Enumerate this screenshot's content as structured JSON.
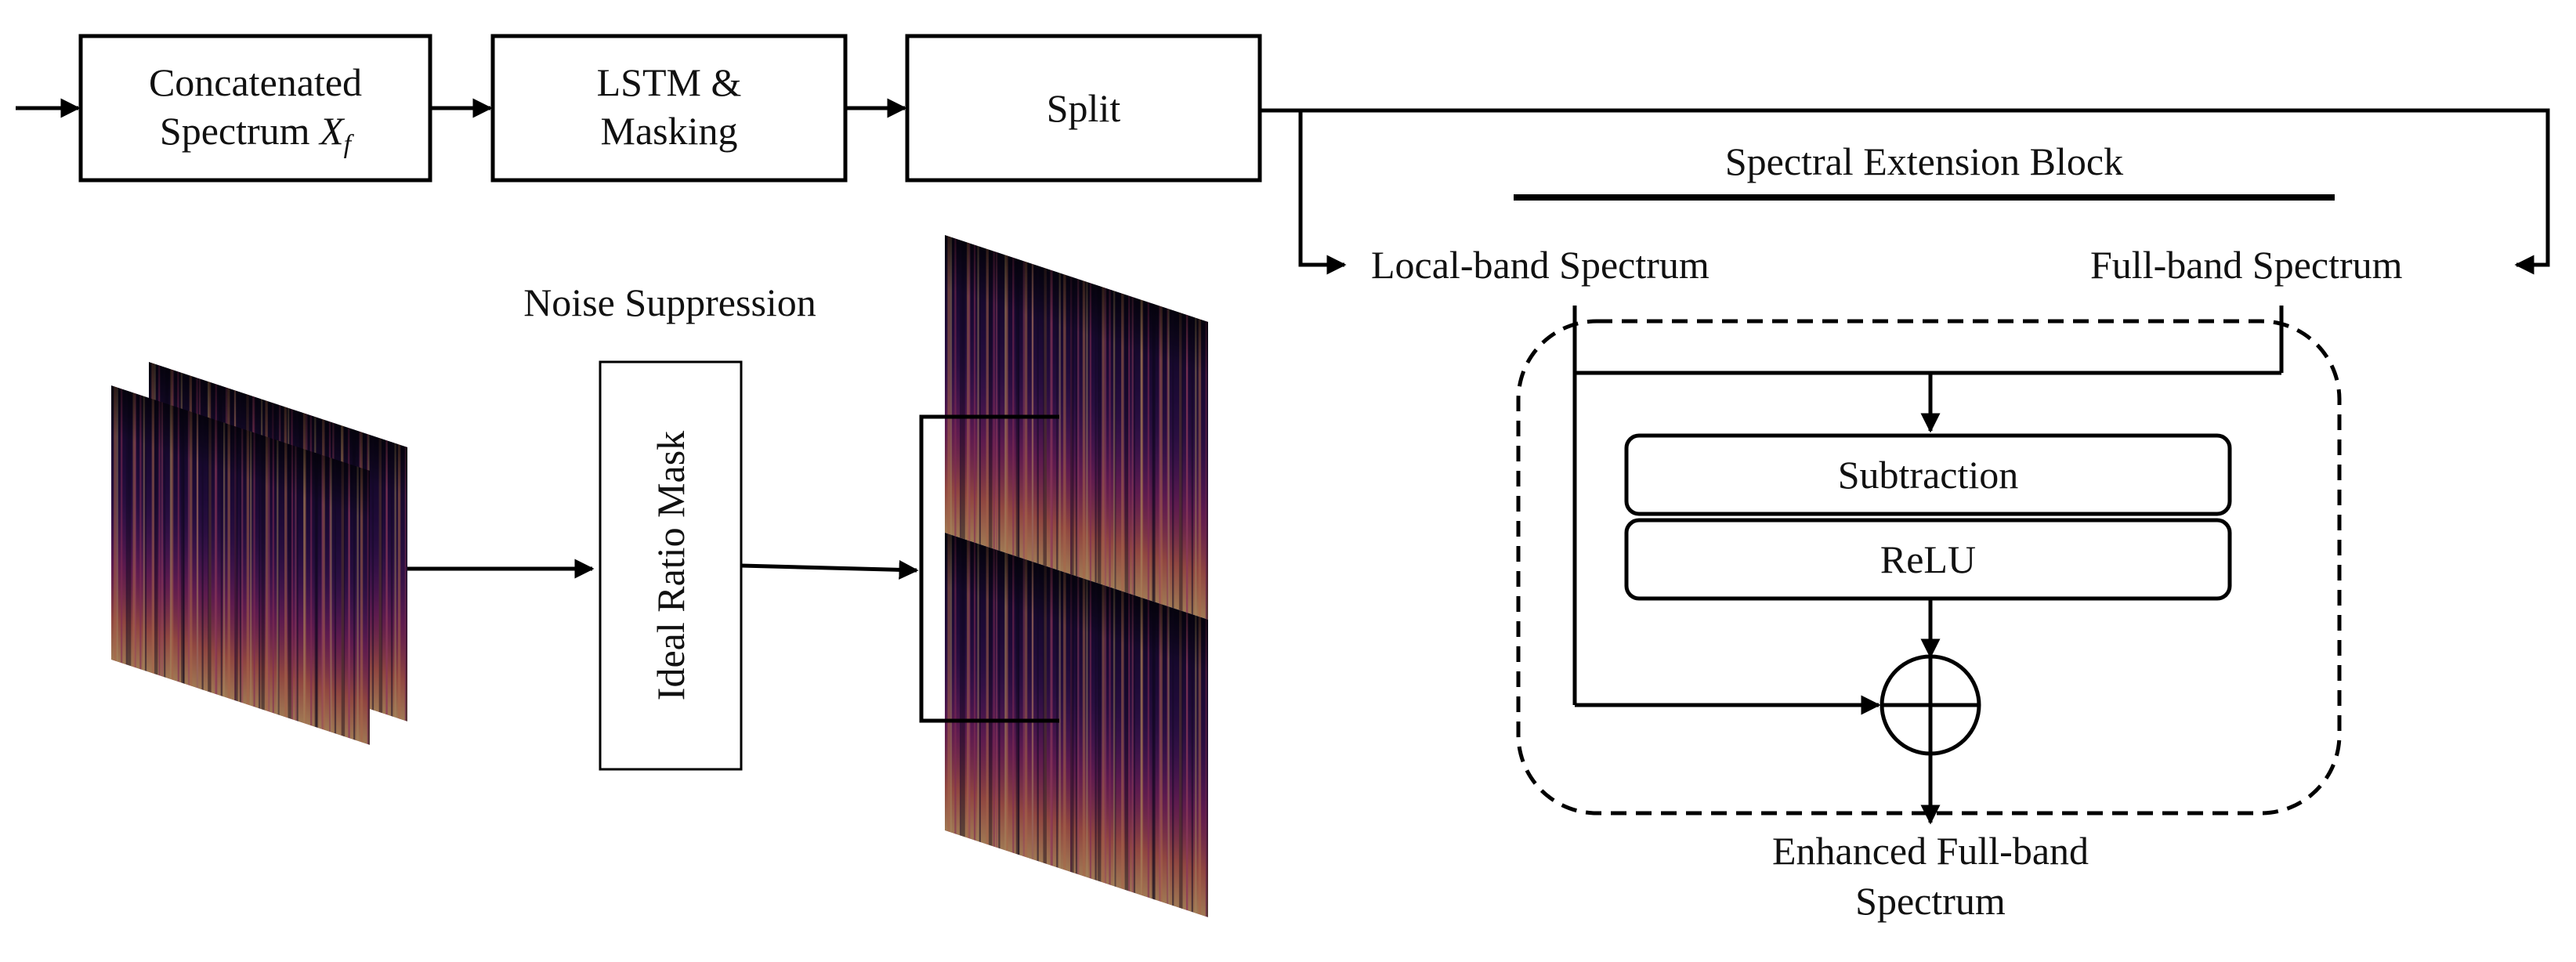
{
  "pipeline": {
    "box1_line1": "Concatenated",
    "box1_line2": "Spectrum",
    "box1_symbol": "X",
    "box1_subscript": "f",
    "box2_line1": "LSTM &",
    "box2_line2": "Masking",
    "box3": "Split"
  },
  "noise_suppression": {
    "title": "Noise Suppression",
    "mask_label": "Ideal Ratio Mask"
  },
  "extension": {
    "title": "Spectral Extension Block",
    "local_band": "Local-band Spectrum",
    "full_band": "Full-band Spectrum",
    "subtraction": "Subtraction",
    "relu": "ReLU",
    "output_line1": "Enhanced Full-band",
    "output_line2": "Spectrum"
  },
  "colors": {
    "spectrogram_dark": "#1a0a3a",
    "spectrogram_mid": "#7b2a86",
    "spectrogram_warm": "#e35a5a",
    "spectrogram_hot": "#fbc07a"
  }
}
